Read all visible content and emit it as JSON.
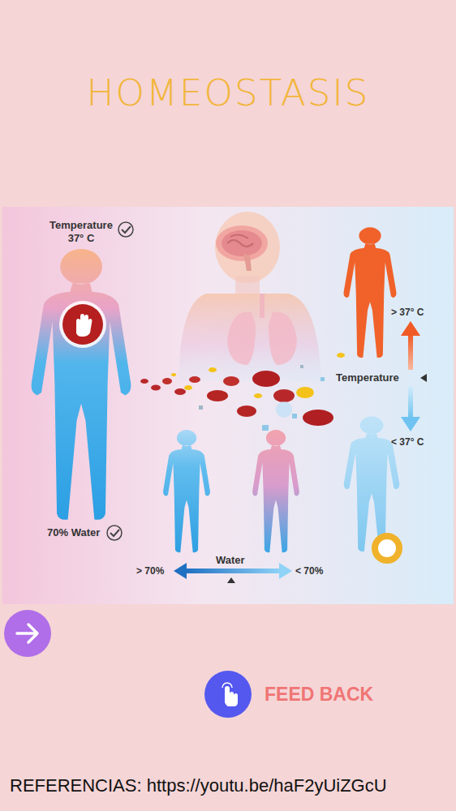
{
  "diagram": {
    "title": "HOMEOSTASIS",
    "caption": "REFERENCIAS: https://youtu.be/haF2yUiZGcU",
    "labels": [
      "Temperature 37° C",
      "70% Water",
      "Temperature",
      "> 37° C",
      "< 37° C",
      "Water",
      "> 70%",
      "< 70%",
      "FEED BACK"
    ]
  }
}
